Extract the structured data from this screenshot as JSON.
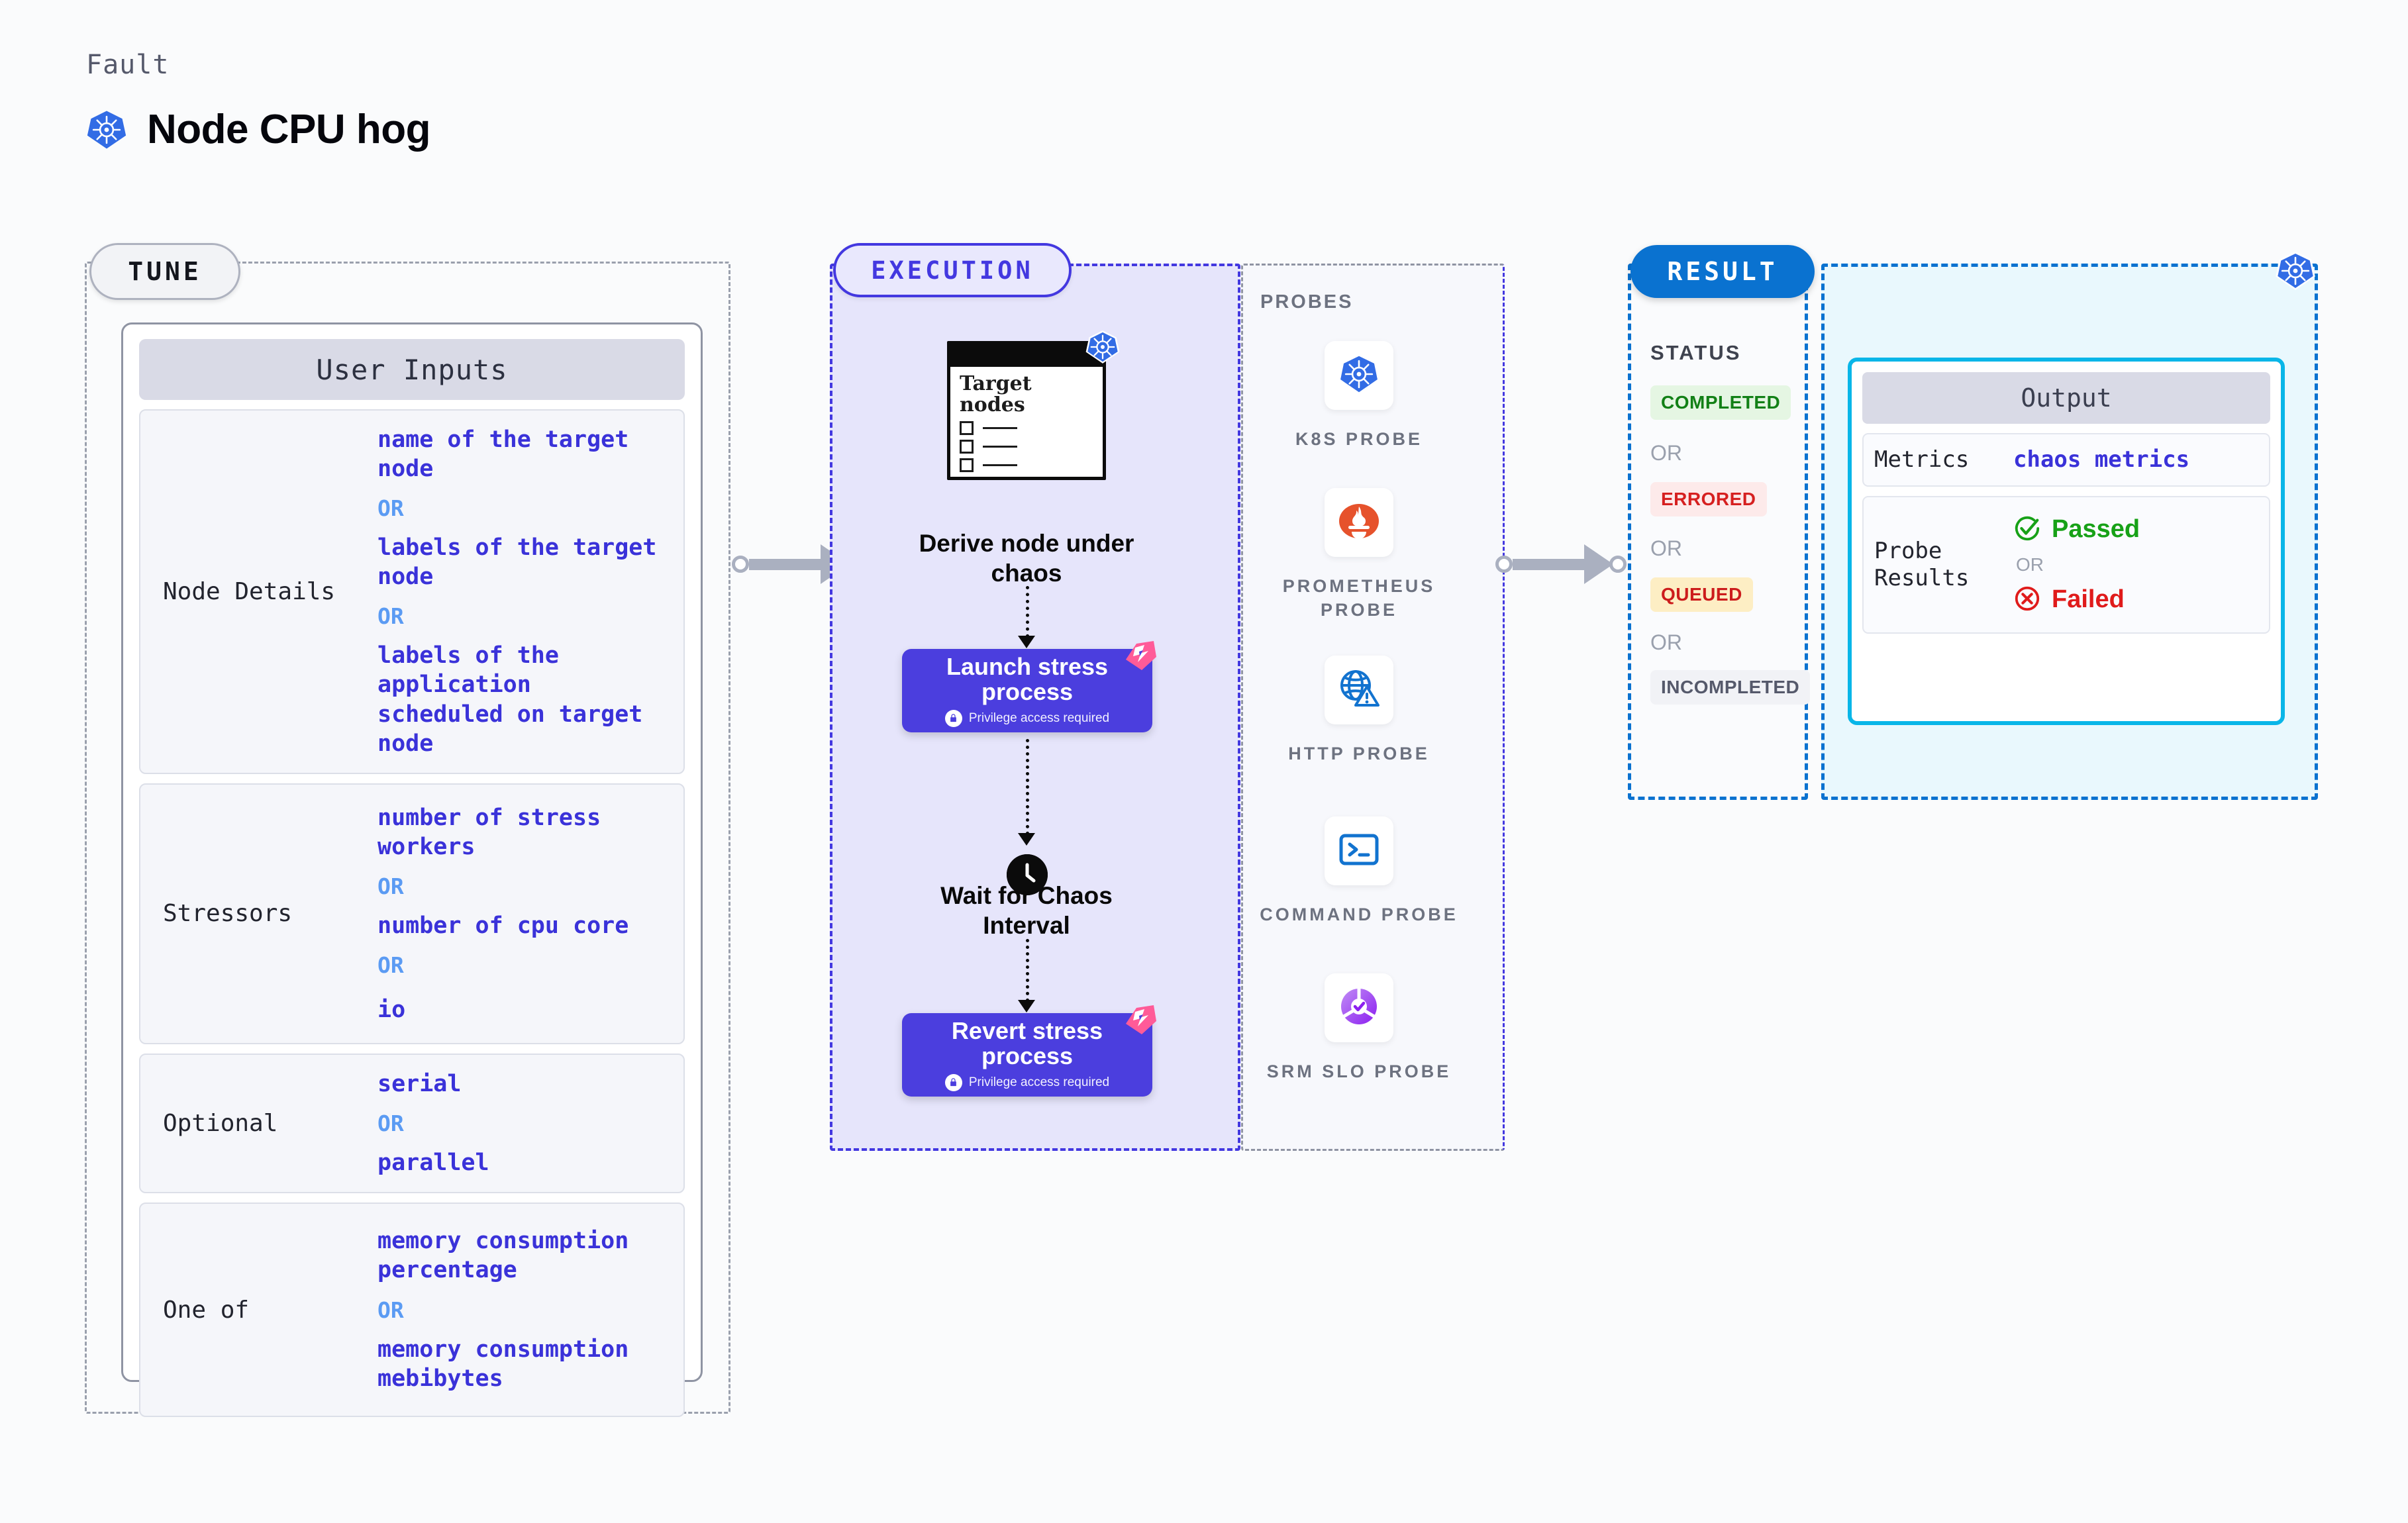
{
  "header": {
    "kicker": "Fault",
    "title": "Node CPU hog",
    "icon": "kubernetes-icon"
  },
  "tune": {
    "pill_label": "TUNE",
    "card_title": "User Inputs",
    "rows": [
      {
        "label": "Node Details",
        "values": [
          "name of the target node",
          "labels of the target node",
          "labels of the application\n scheduled on target node"
        ],
        "separator": "OR"
      },
      {
        "label": "Stressors",
        "values": [
          "number of stress workers",
          "number of cpu core",
          "io"
        ],
        "separator": "OR"
      },
      {
        "label": "Optional",
        "values": [
          "serial",
          "parallel"
        ],
        "separator": "OR"
      },
      {
        "label": "One of",
        "values": [
          "memory consumption percentage",
          "memory consumption mebibytes"
        ],
        "separator": "OR"
      }
    ]
  },
  "execution": {
    "pill_label": "EXECUTION",
    "node_card": {
      "title": "Target nodes",
      "icon": "kubernetes-icon"
    },
    "steps": [
      {
        "label": "Derive node under chaos",
        "type": "node-card"
      },
      {
        "label": "Launch stress process",
        "type": "action",
        "note": "Privilege access required",
        "note_icon": "lock-icon",
        "badge": "litmus-ribbon"
      },
      {
        "label": "Wait for Chaos Interval",
        "type": "clock",
        "icon": "clock-icon"
      },
      {
        "label": "Revert stress process",
        "type": "action",
        "note": "Privilege access required",
        "note_icon": "lock-icon",
        "badge": "litmus-ribbon"
      }
    ]
  },
  "probes": {
    "title": "PROBES",
    "items": [
      {
        "label": "K8S PROBE",
        "icon": "kubernetes-icon"
      },
      {
        "label": "PROMETHEUS PROBE",
        "icon": "prometheus-icon"
      },
      {
        "label": "HTTP PROBE",
        "icon": "globe-warning-icon"
      },
      {
        "label": "COMMAND PROBE",
        "icon": "terminal-icon"
      },
      {
        "label": "SRM SLO PROBE",
        "icon": "srm-slo-icon"
      }
    ]
  },
  "result": {
    "pill_label": "RESULT",
    "status_title": "STATUS",
    "separator": "OR",
    "statuses": [
      {
        "label": "COMPLETED",
        "color": "#128016",
        "bg": "#e5f6e3"
      },
      {
        "label": "ERRORED",
        "color": "#d62020",
        "bg": "#fdeaea"
      },
      {
        "label": "QUEUED",
        "color": "#cc1c1c",
        "bg": "#fdeec4"
      },
      {
        "label": "INCOMPLETED",
        "color": "#55596b",
        "bg": "#f1f2f6"
      }
    ]
  },
  "output": {
    "icon": "kubernetes-icon",
    "card_title": "Output",
    "rows": [
      {
        "label": "Metrics",
        "value": "chaos metrics"
      },
      {
        "label": "Probe Results",
        "separator": "OR",
        "results": [
          {
            "label": "Passed",
            "icon": "check-circle-icon",
            "color": "#17a117"
          },
          {
            "label": "Failed",
            "icon": "x-circle-icon",
            "color": "#e01b1b"
          }
        ]
      }
    ]
  },
  "colors": {
    "accent_purple": "#4338e0",
    "accent_blue": "#0a72d0",
    "accent_cyan": "#09b6e8",
    "value_blue": "#3a32d9",
    "or_blue": "#5b9bf3",
    "k8s_blue": "#326ce5",
    "ribbon_pink": "#ff5b98"
  }
}
